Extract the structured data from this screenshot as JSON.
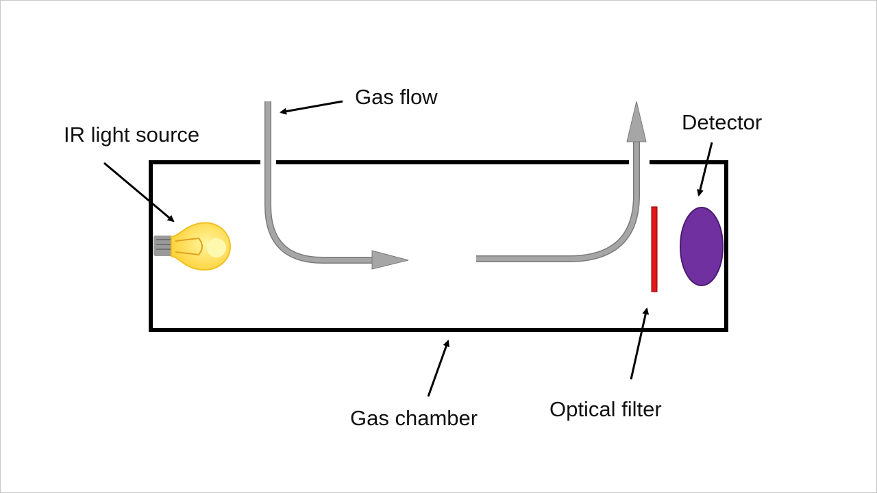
{
  "labels": {
    "ir_source": "IR light source",
    "gas_flow": "Gas flow",
    "detector": "Detector",
    "gas_chamber": "Gas chamber",
    "optical_filter": "Optical filter"
  },
  "colors": {
    "chamber": "#000000",
    "flow_arrow": "#a6a6a6",
    "flow_arrow_outline": "#7a7a7a",
    "filter": "#e01818",
    "detector": "#7030a0",
    "bulb": "#ffe04a",
    "bulb_base": "#9a9a9a",
    "pointer": "#000000"
  },
  "icons": [
    "light-bulb-icon"
  ]
}
